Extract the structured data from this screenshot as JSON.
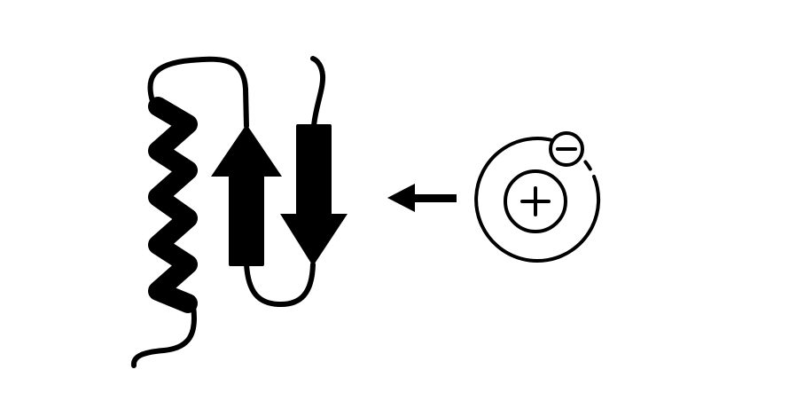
{
  "diagram": {
    "colors": {
      "ink": "#000000",
      "background": "#ffffff"
    },
    "elements": [
      {
        "id": "alpha-helix",
        "icon": "protein-helix-icon"
      },
      {
        "id": "beta-strand-up",
        "icon": "arrow-up-icon"
      },
      {
        "id": "beta-strand-down",
        "icon": "arrow-down-icon"
      },
      {
        "id": "interaction-arrow",
        "icon": "arrow-left-icon"
      },
      {
        "id": "atom",
        "icon": "atom-icon",
        "nucleus_sign": "+",
        "electron_sign": "−"
      }
    ]
  }
}
